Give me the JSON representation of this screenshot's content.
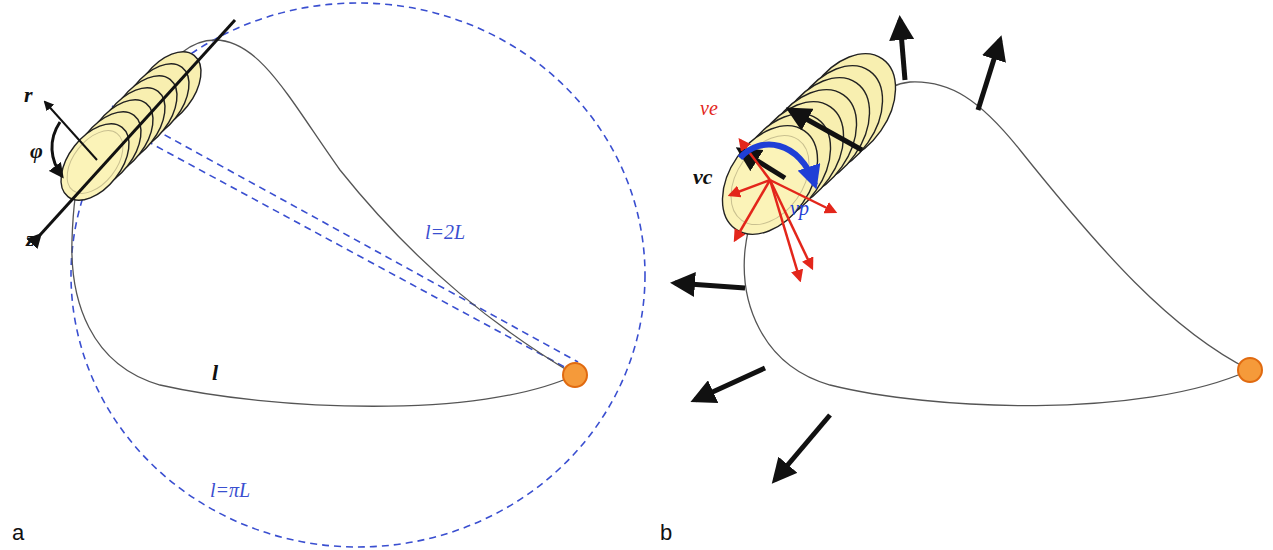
{
  "diagram": {
    "labels": [
      "r",
      "φ",
      "z",
      "l=2L",
      "l",
      "l=πL",
      "a",
      "ve",
      "vc",
      "vp",
      "b"
    ]
  }
}
